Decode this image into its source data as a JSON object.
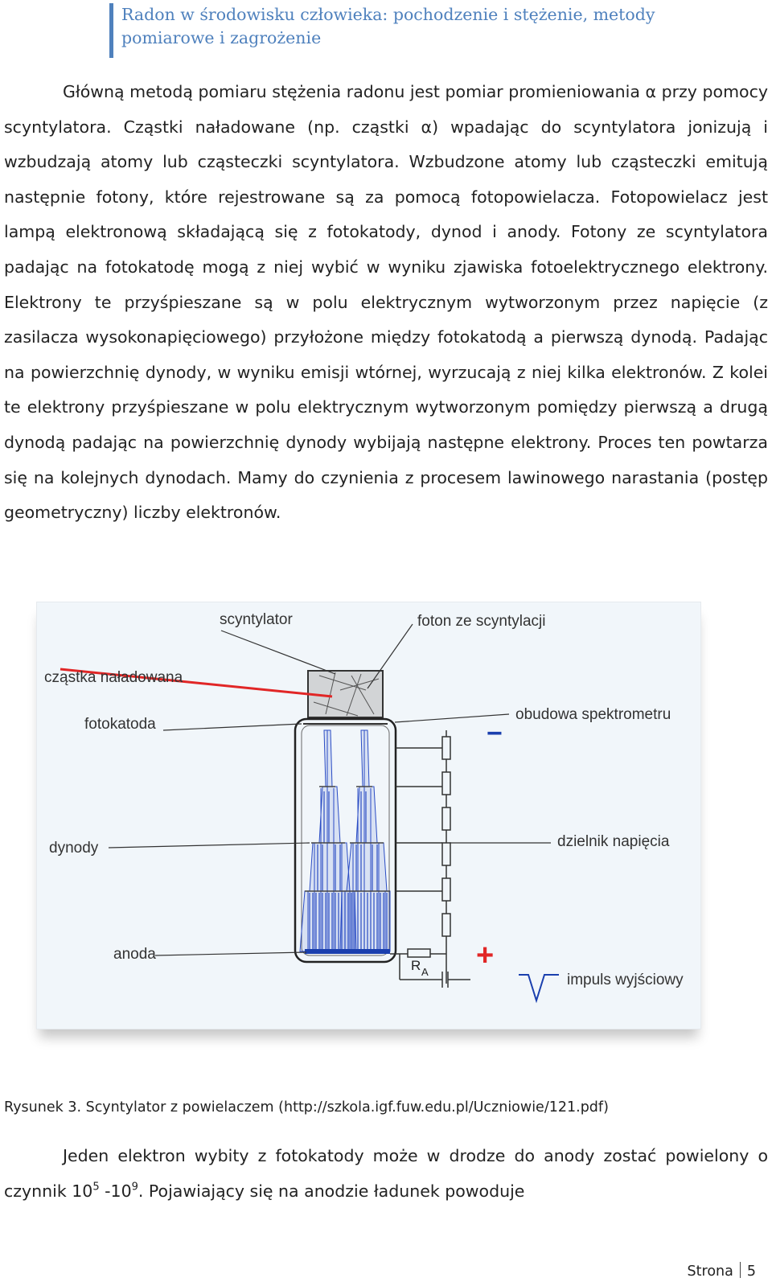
{
  "header": {
    "title_line1": "Radon w środowisku człowieka: pochodzenie i stężenie, metody",
    "title_line2": "pomiarowe i zagrożenie"
  },
  "paragraph1": "Główną metodą pomiaru stężenia radonu jest pomiar promieniowania α przy pomocy scyntylatora. Cząstki naładowane (np. cząstki α) wpadając do scyntylatora jonizują i wzbudzają atomy lub cząsteczki scyntylatora. Wzbudzone atomy lub cząsteczki emitują następnie fotony, które rejestrowane są za pomocą fotopowielacza. Fotopowielacz jest lampą elektronową składającą się z fotokatody, dynod i anody. Fotony ze scyntylatora padając na fotokatodę mogą z niej wybić w wyniku zjawiska fotoelektrycznego elektrony. Elektrony te przyśpieszane są w polu elektrycznym wytworzonym przez napięcie (z zasilacza wysokonapięciowego) przyłożone między fotokatodą a pierwszą dynodą. Padając na powierzchnię dynody, w wyniku emisji wtórnej, wyrzucają z niej kilka elektronów. Z kolei te elektrony przyśpieszane w polu elektrycznym wytworzonym pomiędzy pierwszą a drugą dynodą padając na powierzchnię dynody wybijają następne elektrony. Proces ten powtarza się na kolejnych dynodach. Mamy do czynienia z procesem lawinowego narastania (postęp geometryczny) liczby elektronów.",
  "figure": {
    "labels": {
      "scyntylator": "scyntylator",
      "foton": "foton ze scyntylacji",
      "czastka": "cząstka naładowana",
      "fotokatoda": "fotokatoda",
      "obudowa": "obudowa spektrometru",
      "dynody": "dynody",
      "dzielnik": "dzielnik napięcia",
      "anoda": "anoda",
      "impuls": "impuls wyjściowy",
      "ra_letter": "R",
      "ra_sub": "A",
      "minus": "−",
      "plus": "+"
    },
    "colors": {
      "particle": "#e12626",
      "minus": "#1a3fae",
      "plus": "#e12626",
      "cascade": "#2a4cc4",
      "background": "#f1f6fa"
    }
  },
  "caption": "Rysunek 3. Scyntylator z powielaczem (http://szkola.igf.fuw.edu.pl/Uczniowie/121.pdf)",
  "paragraph2": {
    "text_before": "Jeden elektron wybity z fotokatody może w drodze do anody zostać powielony o czynnik 10",
    "sup1": "5",
    "text_mid": " -10",
    "sup2": "9",
    "text_after": ". Pojawiający się na anodzie ładunek powoduje"
  },
  "footer": {
    "label": "Strona",
    "page_number": "5"
  }
}
